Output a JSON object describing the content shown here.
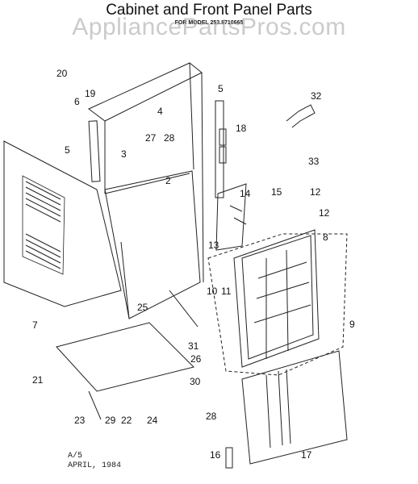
{
  "header": {
    "title": "Cabinet and Front Panel Parts",
    "model_line": "FOR MODEL 253.8710665",
    "watermark": "AppliancePartsPros.com"
  },
  "callouts": {
    "c2": "2",
    "c3": "3",
    "c4": "4",
    "c5a": "5",
    "c5b": "5",
    "c6": "6",
    "c7": "7",
    "c8": "8",
    "c9": "9",
    "c10": "10",
    "c11": "11",
    "c12a": "12",
    "c12b": "12",
    "c13": "13",
    "c14": "14",
    "c15": "15",
    "c16": "16",
    "c17": "17",
    "c18": "18",
    "c19": "19",
    "c20": "20",
    "c21": "21",
    "c22": "22",
    "c23": "23",
    "c24": "24",
    "c25": "25",
    "c26": "26",
    "c27": "27",
    "c28a": "28",
    "c28b": "28",
    "c29": "29",
    "c30": "30",
    "c31": "31",
    "c32": "32",
    "c33": "33"
  },
  "footer": {
    "page": "A/5",
    "date": "APRIL, 1984"
  },
  "colors": {
    "ink": "#111111",
    "watermark": "#a0a0a0"
  }
}
